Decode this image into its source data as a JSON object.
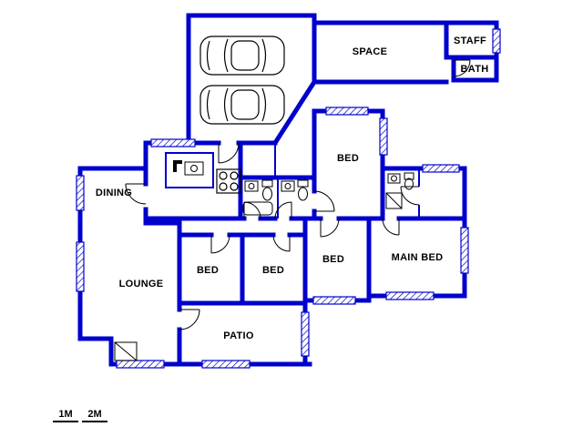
{
  "app": {
    "type": "architectural-floor-plan"
  },
  "colors": {
    "wall_blue": "#0000cc",
    "detail_black": "#000000",
    "background": "#ffffff"
  },
  "rooms": [
    {
      "id": "space",
      "label": "SPACE"
    },
    {
      "id": "staff",
      "label": "STAFF"
    },
    {
      "id": "staff-bath",
      "label": "BATH"
    },
    {
      "id": "bed-north",
      "label": "BED"
    },
    {
      "id": "dining",
      "label": "DINING"
    },
    {
      "id": "lounge",
      "label": "LOUNGE"
    },
    {
      "id": "bed-west",
      "label": "BED"
    },
    {
      "id": "bed-middle",
      "label": "BED"
    },
    {
      "id": "bed-east",
      "label": "BED"
    },
    {
      "id": "main-bed",
      "label": "MAIN BED"
    },
    {
      "id": "patio",
      "label": "PATIO"
    }
  ],
  "scale_bar": {
    "label_1m": "1M",
    "label_2m": "2M"
  },
  "icons": [
    "car-icon",
    "stove-icon",
    "kitchen-sink-icon",
    "toilet-icon",
    "basin-icon",
    "shower-icon",
    "bathtub-icon",
    "window-symbol",
    "door-arc"
  ]
}
